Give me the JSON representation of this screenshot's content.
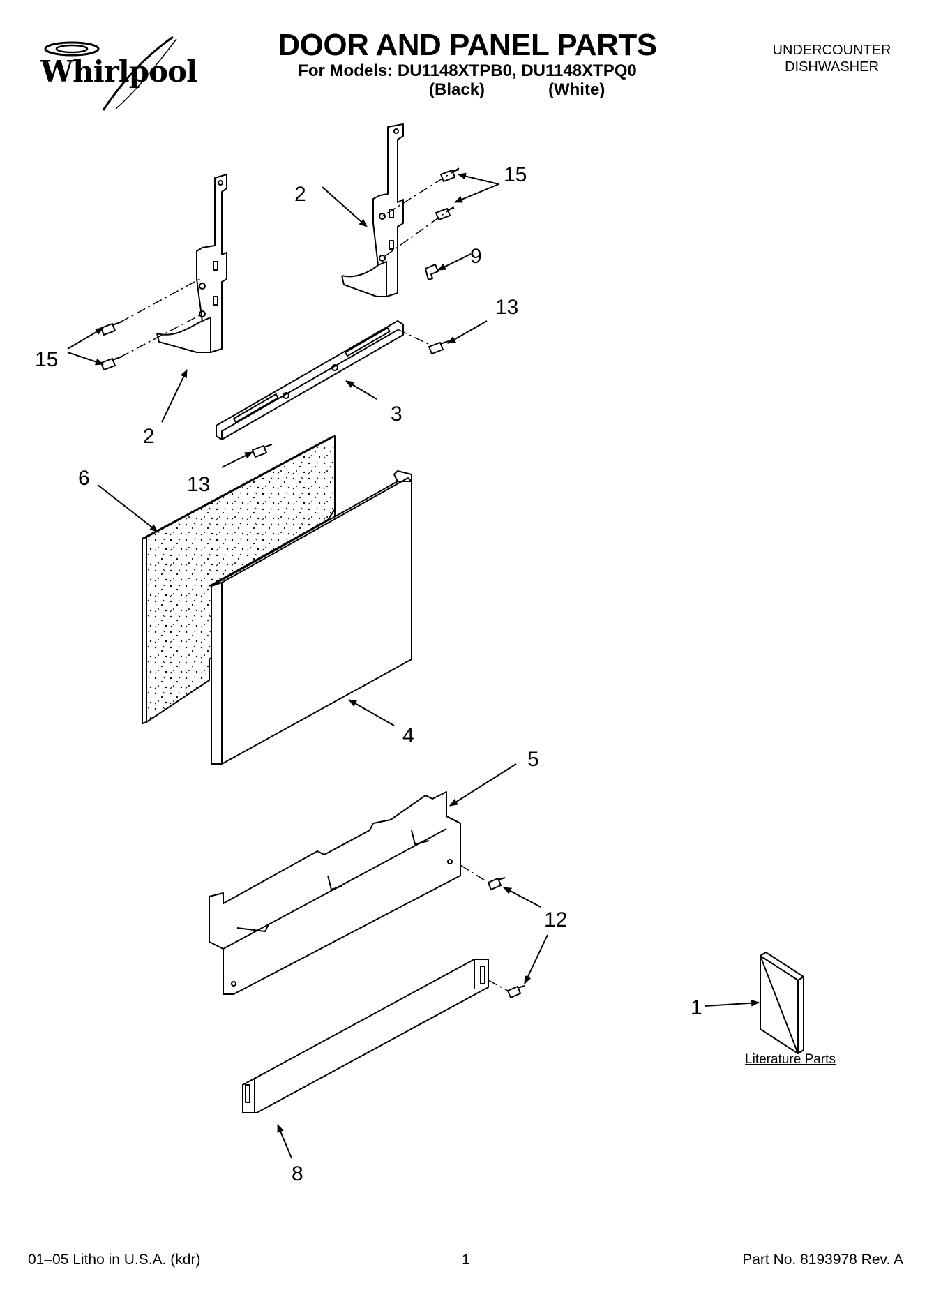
{
  "header": {
    "brand": "Whirlpool",
    "title": "DOOR AND PANEL PARTS",
    "models_line": "For Models: DU1148XTPB0, DU1148XTPQ0",
    "variant_black": "(Black)",
    "variant_white": "(White)",
    "appliance_line1": "UNDERCOUNTER",
    "appliance_line2": "DISHWASHER"
  },
  "callouts": {
    "c1": "1",
    "c2a": "2",
    "c2b": "2",
    "c3": "3",
    "c4": "4",
    "c5": "5",
    "c6": "6",
    "c8": "8",
    "c9": "9",
    "c12": "12",
    "c13a": "13",
    "c13b": "13",
    "c15a": "15",
    "c15b": "15"
  },
  "literature_label": "Literature Parts",
  "footer": {
    "left": "01–05 Litho in U.S.A. (kdr)",
    "page": "1",
    "right": "Part No. 8193978 Rev. A"
  }
}
